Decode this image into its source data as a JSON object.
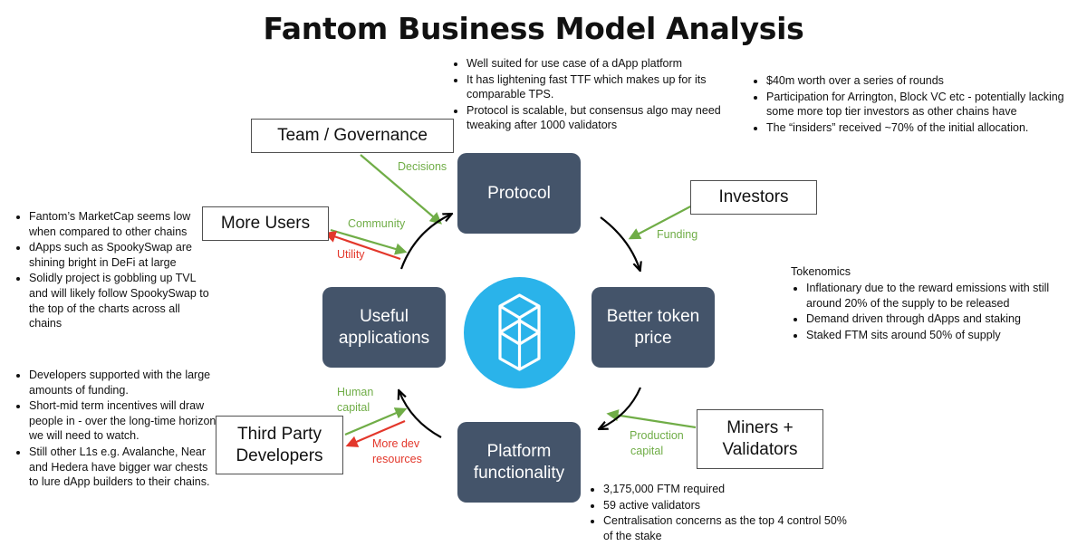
{
  "title": "Fantom Business Model Analysis",
  "colors": {
    "node_fill": "#44546a",
    "green_arrow": "#70ad47",
    "red_arrow": "#e3372b",
    "logo_blue": "#2ab3ea"
  },
  "icons": {
    "center_logo": "fantom-logo-icon"
  },
  "stakeholders": {
    "team": "Team / Governance",
    "investors": "Investors",
    "users": "More Users",
    "miners_line1": "Miners +",
    "miners_line2": "Validators",
    "developers_line1": "Third Party",
    "developers_line2": "Developers"
  },
  "nodes": {
    "protocol": "Protocol",
    "price_line1": "Better token",
    "price_line2": "price",
    "apps_line1": "Useful",
    "apps_line2": "applications",
    "platform_line1": "Platform",
    "platform_line2": "functionality"
  },
  "flows": {
    "decisions": "Decisions",
    "funding": "Funding",
    "community": "Community",
    "utility": "Utility",
    "human_capital_1": "Human",
    "human_capital_2": "capital",
    "more_dev_1": "More dev",
    "more_dev_2": "resources",
    "production_capital_1": "Production",
    "production_capital_2": "capital"
  },
  "notes": {
    "protocol": [
      "Well suited for use case of a dApp platform",
      "It has lightening fast TTF which makes up for its comparable TPS.",
      "Protocol is scalable, but consensus algo may need tweaking after 1000 validators"
    ],
    "investors": [
      "$40m worth over a series of rounds",
      "Participation for Arrington, Block VC etc - potentially lacking some more top tier investors as other chains have",
      "The “insiders” received ~70% of the initial allocation."
    ],
    "users": [
      "Fantom’s MarketCap seems low when compared to other chains",
      "dApps such as SpookySwap are shining bright in DeFi at large",
      "Solidly project is gobbling up TVL and will likely follow SpookySwap to the top of the charts across all chains"
    ],
    "tokenomics_heading": "Tokenomics",
    "tokenomics": [
      "Inflationary due to the reward emissions with still around 20% of the supply to be released",
      "Demand driven through dApps and staking",
      "Staked FTM sits around 50% of supply"
    ],
    "developers": [
      "Developers supported with the large amounts of funding.",
      "Short-mid term incentives will draw people in - over the long-time horizon we will need to watch.",
      "Still other L1s e.g. Avalanche, Near and Hedera have bigger war chests to lure dApp builders to their chains."
    ],
    "validators": [
      "3,175,000 FTM required",
      "59 active validators",
      "Centralisation concerns as the top 4 control 50% of the stake"
    ]
  }
}
